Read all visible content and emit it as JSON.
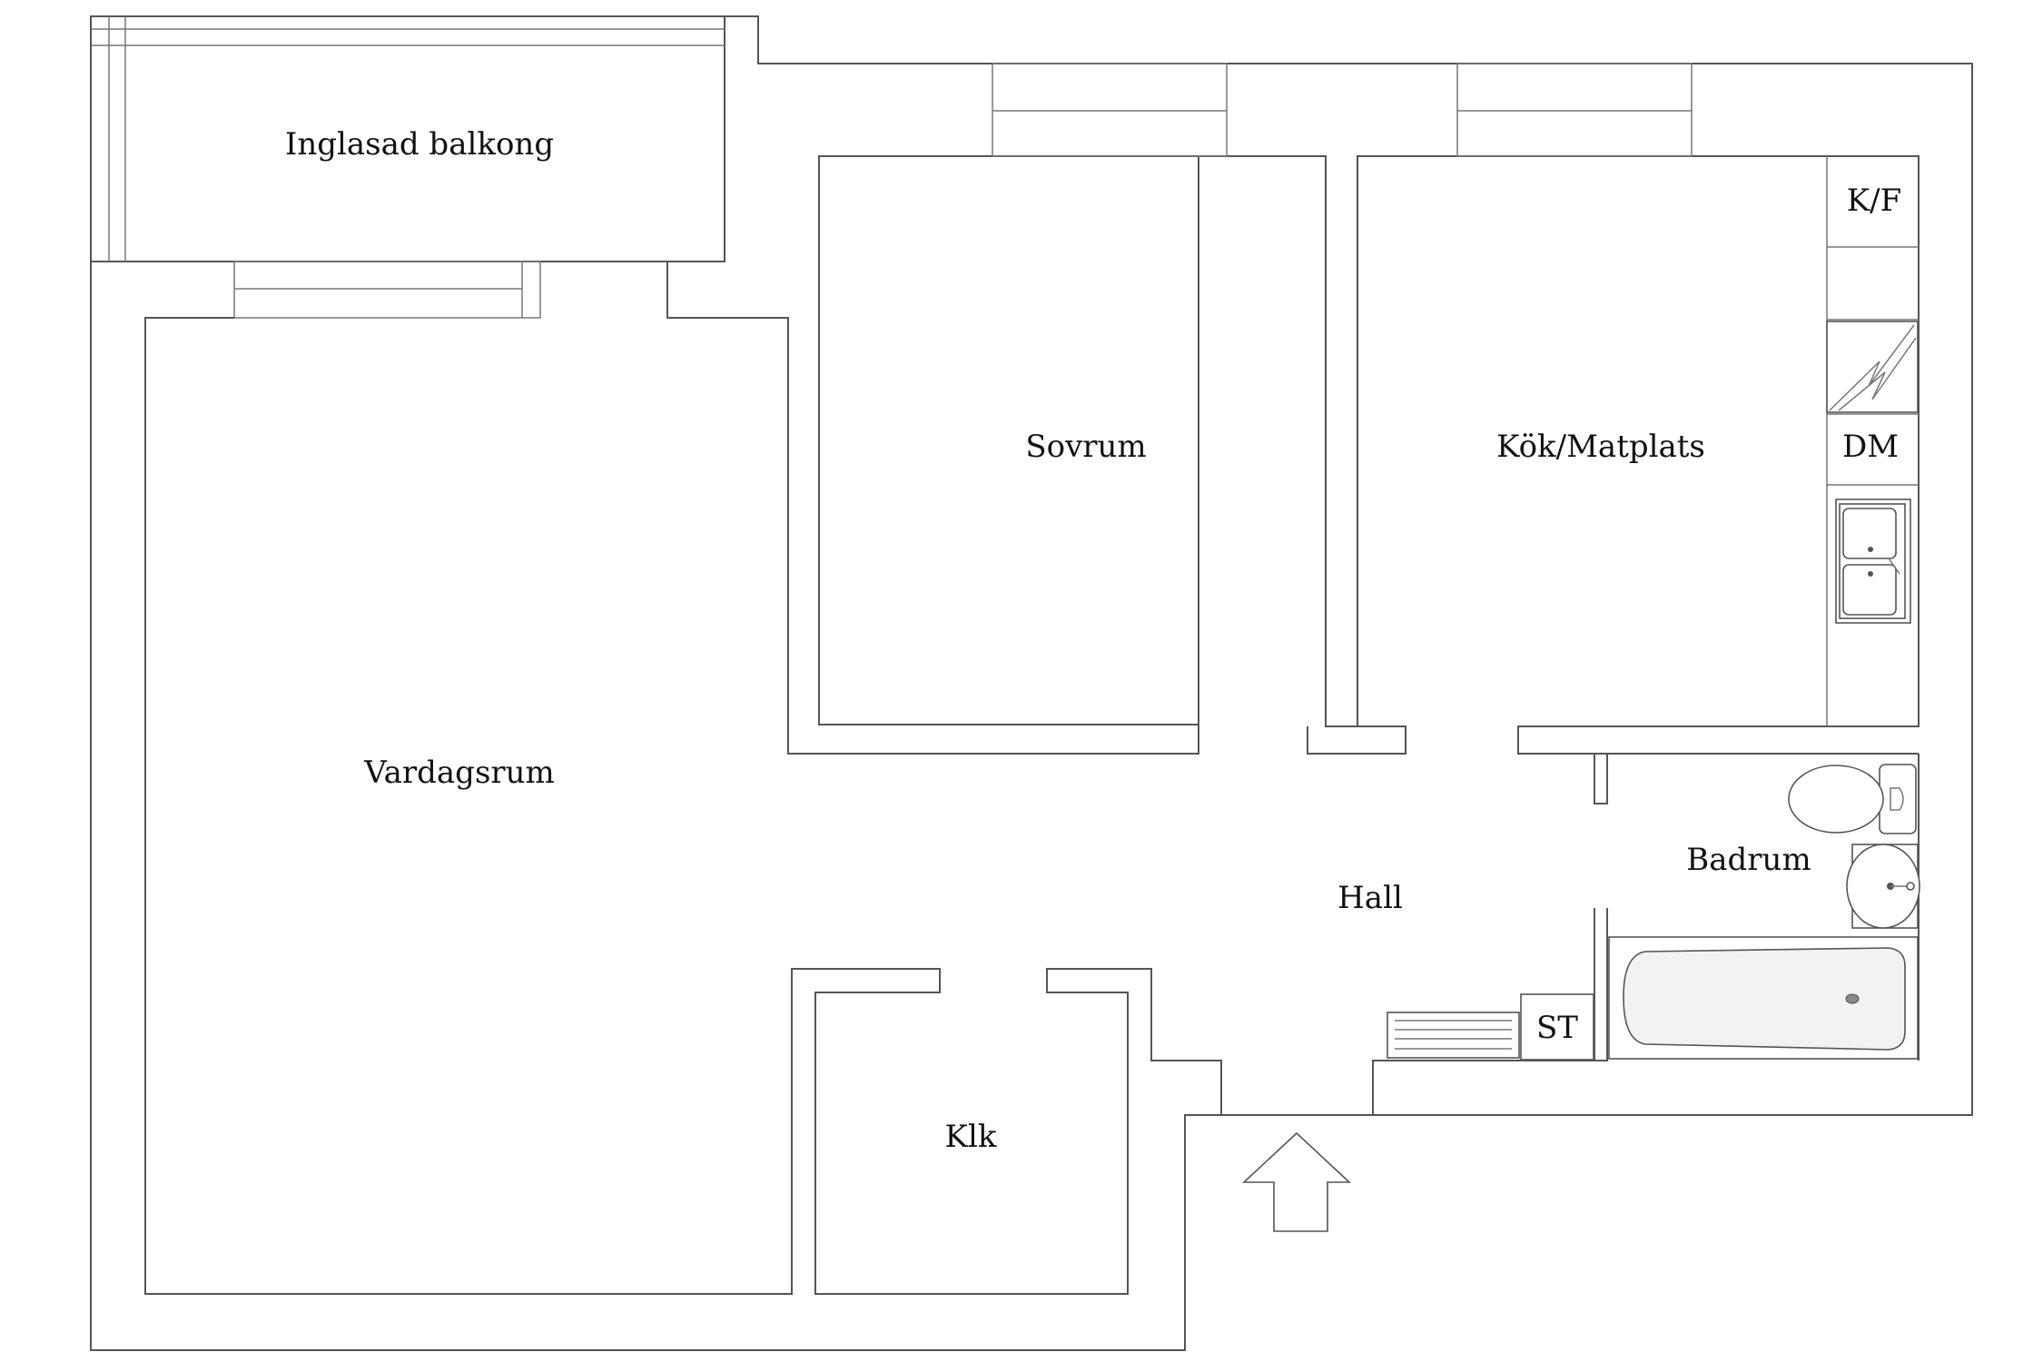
{
  "rooms": {
    "balcony": "Inglasad balkong",
    "bedroom": "Sovrum",
    "kitchen": "Kök/Matplats",
    "living": "Vardagsrum",
    "hall": "Hall",
    "bathroom": "Badrum",
    "closet": "Klk"
  },
  "fixtures": {
    "fridge_freezer": "K/F",
    "dishwasher": "DM",
    "storage": "ST"
  },
  "icons": {
    "stove": "stove-icon",
    "sink": "kitchen-sink-icon",
    "toilet": "toilet-icon",
    "washbasin": "washbasin-icon",
    "bathtub": "bathtub-icon",
    "radiator": "radiator-icon",
    "entrance": "entrance-arrow-icon"
  }
}
